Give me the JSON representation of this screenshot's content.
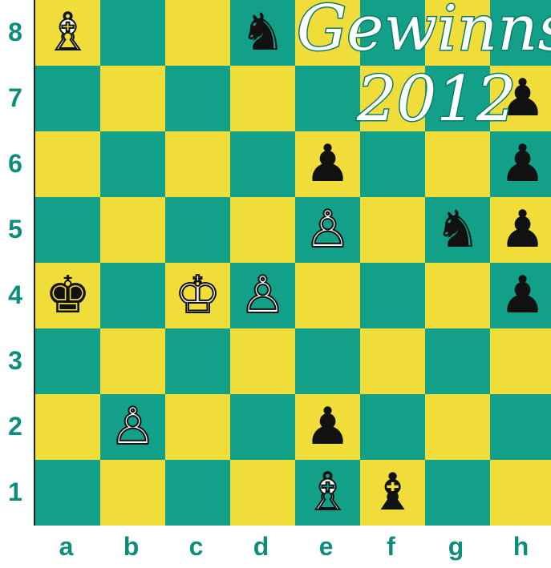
{
  "board": {
    "files": [
      "a",
      "b",
      "c",
      "d",
      "e",
      "f",
      "g",
      "h"
    ],
    "ranks": [
      "8",
      "7",
      "6",
      "5",
      "4",
      "3",
      "2",
      "1"
    ],
    "light_color": "#f1dd3a",
    "dark_color": "#12a088",
    "pieces": [
      {
        "square": "a8",
        "type": "bishop",
        "color": "white",
        "glyph": "♗"
      },
      {
        "square": "d8",
        "type": "knight",
        "color": "black",
        "glyph": "♞"
      },
      {
        "square": "h7",
        "type": "pawn",
        "color": "black",
        "glyph": "♟"
      },
      {
        "square": "e6",
        "type": "pawn",
        "color": "black",
        "glyph": "♟"
      },
      {
        "square": "h6",
        "type": "pawn",
        "color": "black",
        "glyph": "♟"
      },
      {
        "square": "e5",
        "type": "pawn",
        "color": "white",
        "glyph": "♙"
      },
      {
        "square": "g5",
        "type": "knight",
        "color": "black",
        "glyph": "♞"
      },
      {
        "square": "h5",
        "type": "pawn",
        "color": "black",
        "glyph": "♟"
      },
      {
        "square": "a4",
        "type": "king",
        "color": "black",
        "glyph": "♚"
      },
      {
        "square": "c4",
        "type": "king",
        "color": "white",
        "glyph": "♔"
      },
      {
        "square": "d4",
        "type": "pawn",
        "color": "white",
        "glyph": "♙"
      },
      {
        "square": "h4",
        "type": "pawn",
        "color": "black",
        "glyph": "♟"
      },
      {
        "square": "b2",
        "type": "pawn",
        "color": "white",
        "glyph": "♙"
      },
      {
        "square": "e2",
        "type": "pawn",
        "color": "black",
        "glyph": "♟"
      },
      {
        "square": "e1",
        "type": "bishop",
        "color": "white",
        "glyph": "♗"
      },
      {
        "square": "f1",
        "type": "bishop",
        "color": "black",
        "glyph": "♝"
      }
    ]
  },
  "watermark": {
    "line1": "Gewinnsp",
    "line2": "2012"
  }
}
